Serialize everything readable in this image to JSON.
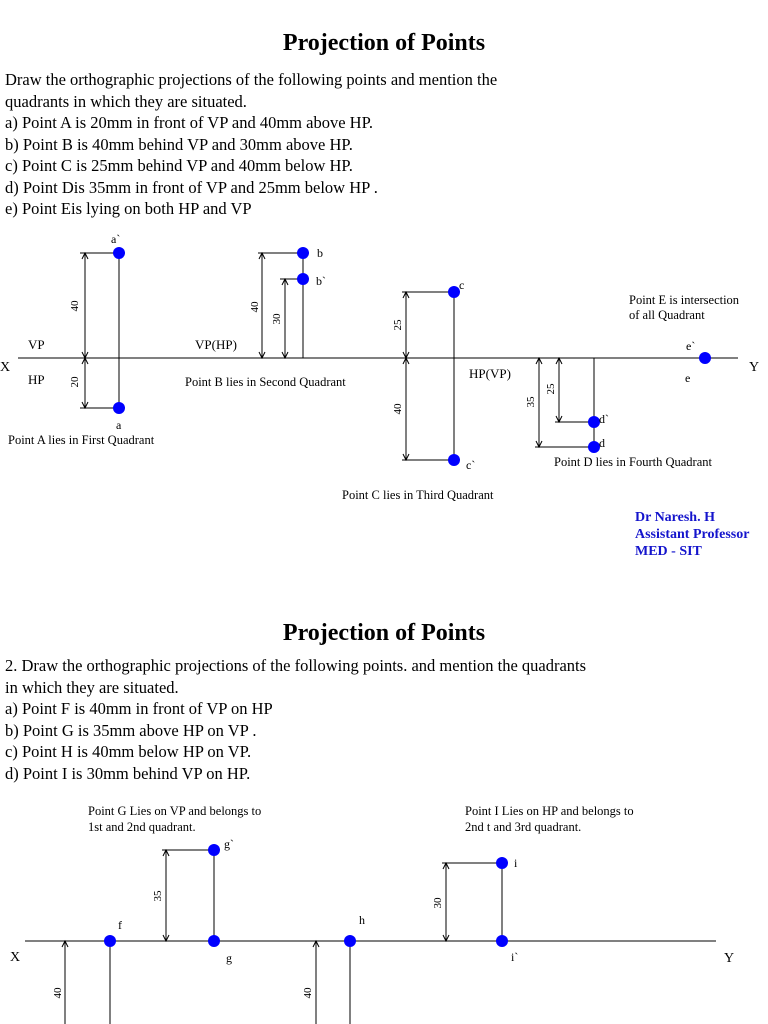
{
  "section1": {
    "title": "Projection of Points",
    "intro_lines": [
      "Draw the orthographic projections of the following points and mention the",
      "quadrants in which they are situated."
    ],
    "items": [
      "a) Point A is 20mm in front of VP and 40mm above HP.",
      "b) Point B is 40mm behind VP and 30mm above HP.",
      "c) Point C is 25mm behind VP and 40mm below HP.",
      "d) Point Dis 35mm in front of VP and 25mm below HP .",
      "e) Point Eis lying on both HP and VP"
    ],
    "diagram": {
      "label_x": "X",
      "label_y": "Y",
      "vp": "VP",
      "hp": "HP",
      "vp_hp": "VP(HP)",
      "hp_vp": "HP(VP)",
      "point_a_top": "a`",
      "point_a_front": "a",
      "dim_a_40": "40",
      "dim_a_20": "20",
      "caption_a": "Point A lies in  First Quadrant",
      "point_b_front": "b",
      "point_b_top": "b`",
      "dim_b_40": "40",
      "dim_b_30": "30",
      "caption_b": "Point B lies in  Second Quadrant",
      "point_c_top": "c",
      "point_c_front": "c`",
      "dim_c_25": "25",
      "dim_c_40": "40",
      "caption_c": "Point C lies in  Third Quadrant",
      "point_d_top": "d`",
      "point_d_front": "d",
      "dim_d_35": "35",
      "dim_d_25": "25",
      "caption_d": "Point D lies in Fourth Quadrant",
      "point_e_top": "e`",
      "point_e_front": "e",
      "caption_e_line1": "Point E is intersection",
      "caption_e_line2": "of all Quadrant"
    },
    "signature": [
      "Dr Naresh. H",
      "Assistant Professor",
      "MED - SIT"
    ]
  },
  "section2": {
    "title": "Projection of Points",
    "intro_lines": [
      "2. Draw the orthographic projections of the following points. and mention the quadrants",
      "in which they are situated."
    ],
    "items": [
      "a) Point F is 40mm in front of VP on HP",
      "b) Point G is 35mm above HP on VP .",
      "c) Point H is 40mm below HP on VP.",
      "d) Point I is 30mm behind VP on HP."
    ],
    "diagram": {
      "label_x": "X",
      "label_y": "Y",
      "caption_g_line1": "Point G Lies on VP and  belongs to",
      "caption_g_line2": "1st and 2nd quadrant.",
      "caption_i_line1": "Point I Lies on HP and  belongs to",
      "caption_i_line2": "2nd t and 3rd quadrant.",
      "point_f": "f",
      "point_g_top": "g`",
      "point_g_front": "g",
      "dim_g_35": "35",
      "point_h": "h",
      "point_i_front": "i",
      "point_i_top": "i`",
      "dim_i_30": "30",
      "dim_f_40": "40",
      "dim_h_40": "40"
    }
  },
  "colors": {
    "point": "#0000ff",
    "signature": "#1414cc"
  }
}
